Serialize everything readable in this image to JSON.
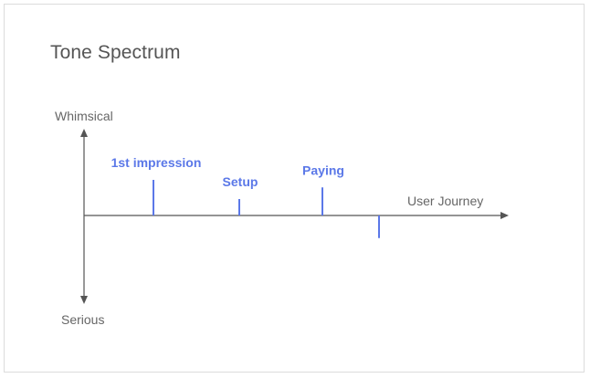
{
  "title": "Tone Spectrum",
  "colors": {
    "accent": "#5b78e8",
    "axis": "#555555",
    "label": "#666666",
    "border": "#dcdcdc"
  },
  "axes": {
    "y_top_label": "Whimsical",
    "y_bottom_label": "Serious",
    "x_label": "User Journey"
  },
  "stages": [
    {
      "label": "1st impression",
      "tone": 0.52
    },
    {
      "label": "Setup",
      "tone": 0.24
    },
    {
      "label": "Paying",
      "tone": 0.41
    },
    {
      "label": "",
      "tone": -0.33
    }
  ]
}
